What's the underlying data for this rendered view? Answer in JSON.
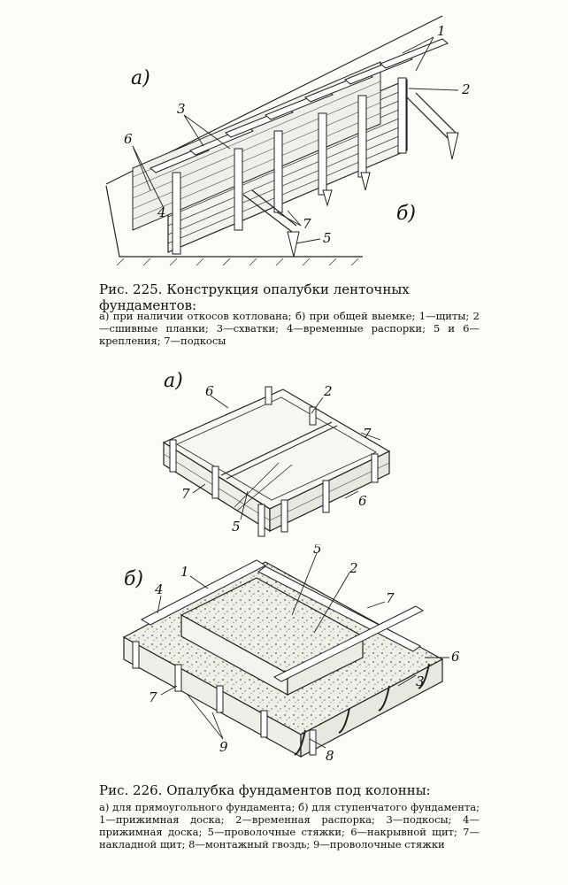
{
  "fig225": {
    "sub_a": "а)",
    "sub_b": "б)",
    "callouts": [
      "1",
      "2",
      "3",
      "6",
      "4",
      "7",
      "5"
    ],
    "caption_title": "Рис. 225. Конструкция опалубки ленточных фундаментов:",
    "caption_body": "а) при наличии откосов котлована; б) при общей выемке; 1—щиты; 2—сшивные планки; 3—схватки; 4—временные распорки; 5 и 6—крепления; 7—подкосы"
  },
  "fig226": {
    "sub_a": "а)",
    "sub_b": "б)",
    "callouts_a": [
      "6",
      "2",
      "7",
      "7",
      "5",
      "6"
    ],
    "callouts_b": [
      "1",
      "5",
      "2",
      "4",
      "7",
      "6",
      "3",
      "7",
      "9",
      "8"
    ],
    "caption_title": "Рис. 226. Опалубка фундаментов под колонны:",
    "caption_body": "а) для прямоугольного фундамента; б) для ступенчатого фундамента; 1—прижимная доска; 2—временная распорка; 3—подкосы; 4—прижимная доска; 5—проволочные стяжки; 6—накрывной щит; 7—накладной щит; 8—монтажный гвоздь; 9—проволочные стяжки"
  }
}
